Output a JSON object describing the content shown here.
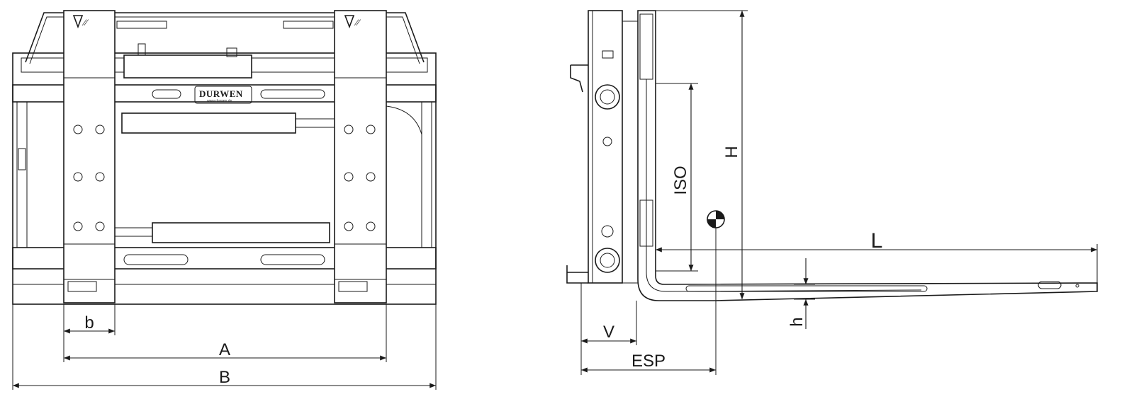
{
  "front_view": {
    "logo_text": "DURWEN",
    "logo_url_text": "www.durwen.de",
    "dimensions": {
      "b": "b",
      "A": "A",
      "B": "B"
    }
  },
  "side_view": {
    "dimensions": {
      "V": "V",
      "ESP": "ESP",
      "h": "h",
      "ISO": "ISO",
      "H": "H",
      "L": "L"
    }
  },
  "colors": {
    "line": "#1a1a1a",
    "background": "#ffffff"
  }
}
